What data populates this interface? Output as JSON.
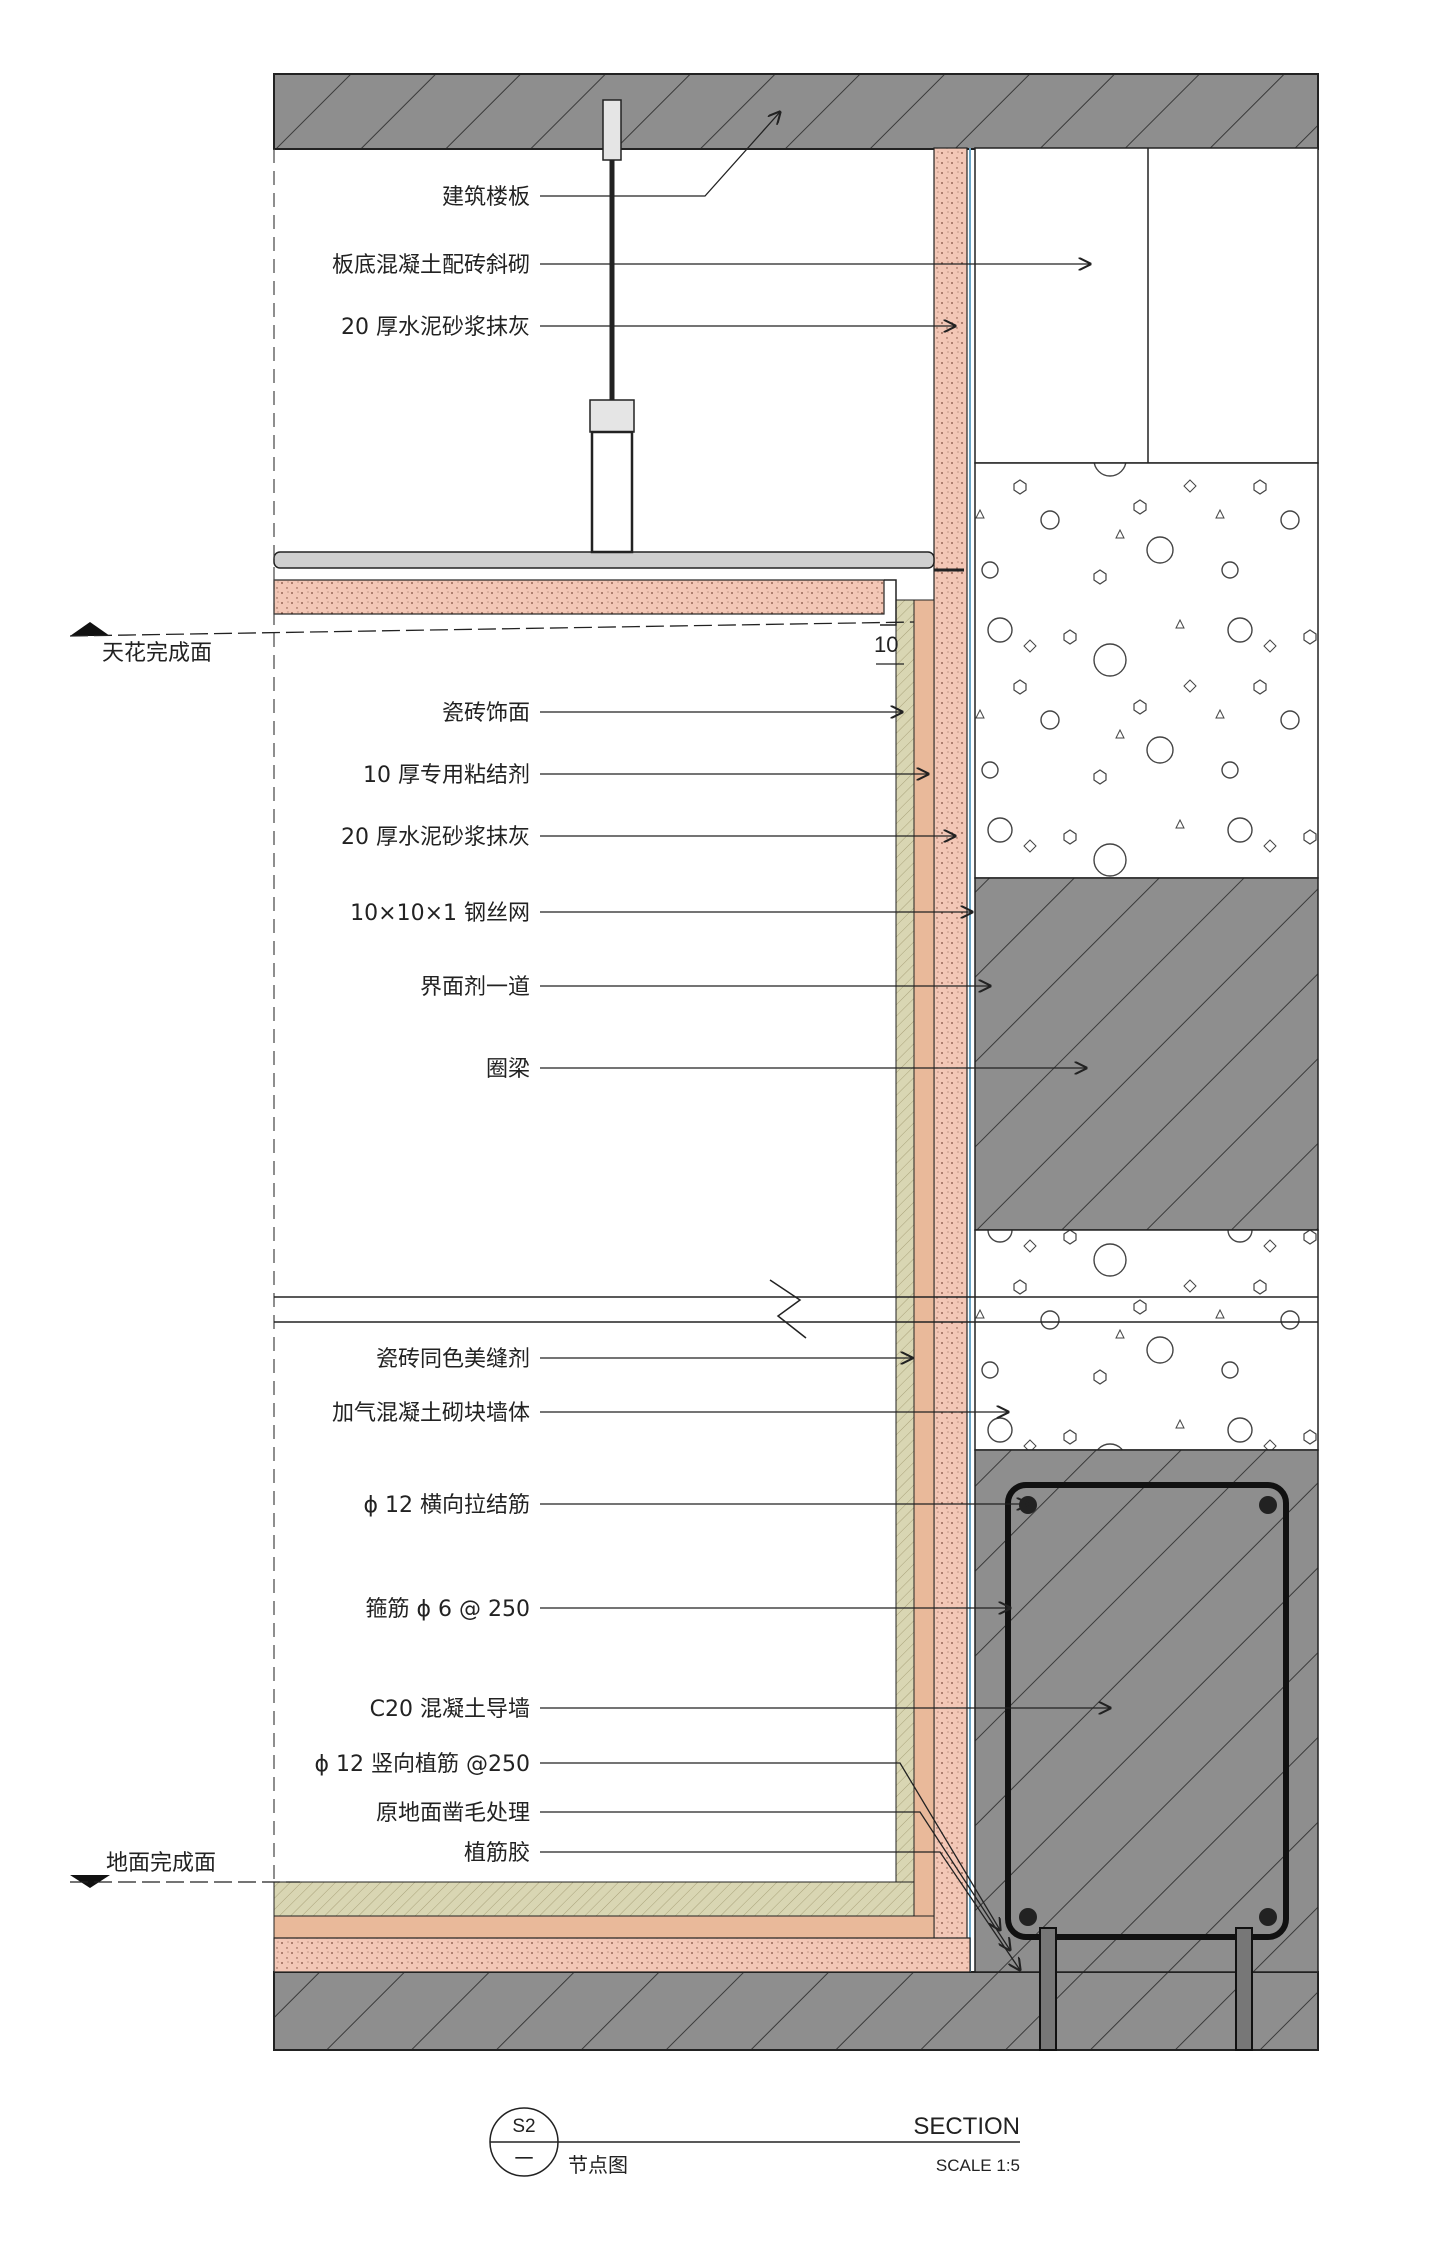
{
  "colors": {
    "concrete": "#8e8e8e",
    "plaster": "#f3c7b6",
    "tile": "#d9d6b3",
    "block": "#ffffff",
    "line": "#222222",
    "accent_line": "#6aa6c8"
  },
  "levels": {
    "ceiling": "天花完成面",
    "floor": "地面完成面"
  },
  "dimension": "10",
  "callouts": [
    "建筑楼板",
    "板底混凝土配砖斜砌",
    "20 厚水泥砂浆抹灰",
    "瓷砖饰面",
    "10 厚专用粘结剂",
    "20 厚水泥砂浆抹灰",
    "10×10×1 钢丝网",
    "界面剂一道",
    "圈梁",
    "瓷砖同色美缝剂",
    "加气混凝土砌块墙体",
    "ϕ 12 横向拉结筋",
    "箍筋 ϕ 6 @ 250",
    "C20 混凝土导墙",
    "ϕ 12 竖向植筋 @250",
    "原地面凿毛处理",
    "植筋胶"
  ],
  "title_block": {
    "id": "S2",
    "sheet": "一",
    "name": "节点图",
    "section": "SECTION",
    "scale": "SCALE 1:5"
  }
}
